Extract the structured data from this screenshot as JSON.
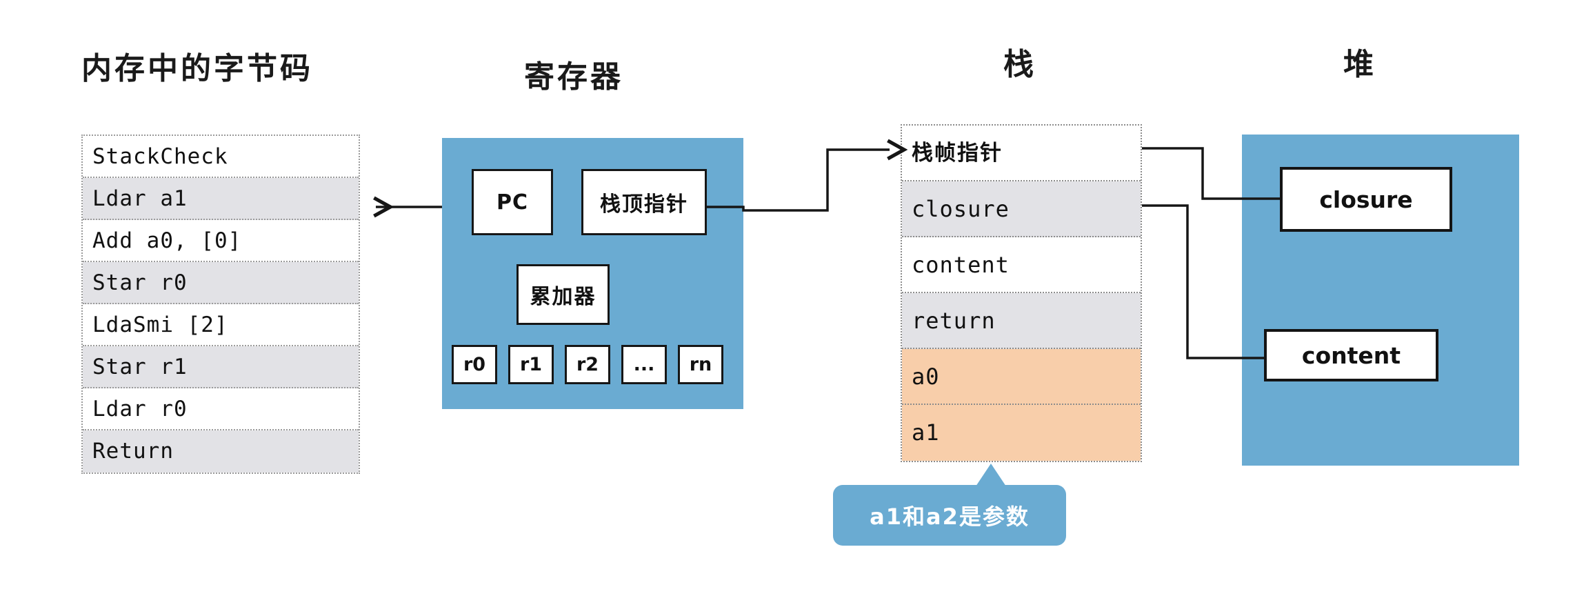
{
  "sections": {
    "bytecode_title": "内存中的字节码",
    "register_title": "寄存器",
    "stack_title": "栈",
    "heap_title": "堆"
  },
  "bytecode": {
    "rows": [
      {
        "text": "StackCheck",
        "shaded": false
      },
      {
        "text": "Ldar a1",
        "shaded": true
      },
      {
        "text": "Add a0, [0]",
        "shaded": false
      },
      {
        "text": "Star r0",
        "shaded": true
      },
      {
        "text": "LdaSmi [2]",
        "shaded": false
      },
      {
        "text": "Star r1",
        "shaded": true
      },
      {
        "text": "Ldar r0",
        "shaded": false
      },
      {
        "text": "Return",
        "shaded": true
      }
    ]
  },
  "registers": {
    "pc": "PC",
    "stack_top_pointer": "栈顶指针",
    "accumulator": "累加器",
    "slots": [
      "r0",
      "r1",
      "r2",
      "...",
      "rn"
    ]
  },
  "stack": {
    "rows": [
      {
        "text": "栈帧指针",
        "style": "plain-cjk"
      },
      {
        "text": "closure",
        "style": "shaded"
      },
      {
        "text": "content",
        "style": "plain"
      },
      {
        "text": "return",
        "style": "shaded"
      },
      {
        "text": "a0",
        "style": "arg"
      },
      {
        "text": "a1",
        "style": "arg"
      }
    ]
  },
  "heap": {
    "boxes": [
      {
        "label": "closure"
      },
      {
        "label": "content"
      }
    ]
  },
  "callout": {
    "text": "a1和a2是参数"
  },
  "colors": {
    "panel_blue": "#6aabd2",
    "row_gray": "#e2e2e6",
    "arg_orange": "#f8ceaa",
    "stroke": "#161616",
    "dotted_border": "#8c8c8c",
    "background": "#ffffff"
  }
}
